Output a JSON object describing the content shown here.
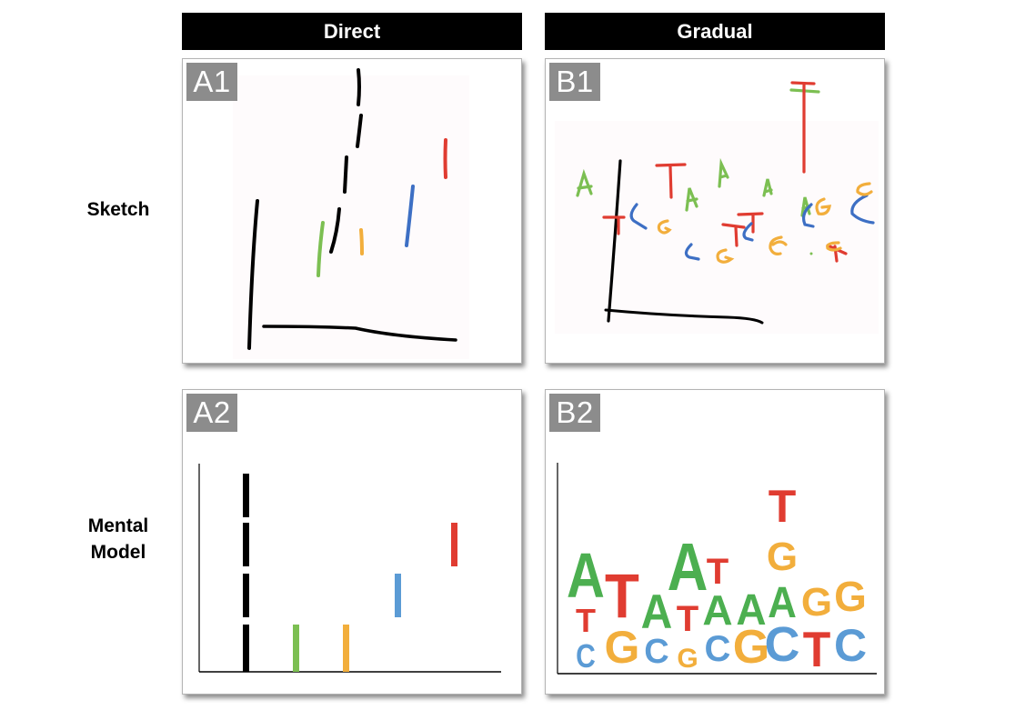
{
  "columns": [
    {
      "id": "A",
      "label": "Direct"
    },
    {
      "id": "B",
      "label": "Gradual"
    }
  ],
  "rows": [
    {
      "id": "1",
      "label": "Sketch"
    },
    {
      "id": "2",
      "label_lines": [
        "Mental",
        "Model"
      ]
    }
  ],
  "panels": {
    "A1": {
      "tag": "A1",
      "type": "hand-drawn sketch of bar chart"
    },
    "B1": {
      "tag": "B1",
      "type": "hand-drawn sketch of sequence logo"
    },
    "A2": {
      "tag": "A2",
      "type": "bar segments chart"
    },
    "B2": {
      "tag": "B2",
      "type": "sequence logo"
    }
  },
  "colors": {
    "A": "#4caf50",
    "C": "#5b9bd5",
    "G": "#f2ae3c",
    "T": "#e03c31",
    "black": "#000000",
    "header_bg": "#000000",
    "tag_bg": "#8c8c8c"
  },
  "chart_data": [
    {
      "panel": "A2",
      "type": "bar",
      "title": "",
      "xlabel": "",
      "ylabel": "",
      "note": "Stacked segment bars, each segment = 1 unit; y range 0-4.4",
      "series": [
        {
          "name": "black",
          "color": "#000000",
          "x": 1,
          "segments": [
            [
              0,
              1
            ],
            [
              1,
              2
            ],
            [
              2,
              3
            ],
            [
              3,
              4
            ]
          ]
        },
        {
          "name": "green",
          "color": "#7cbf52",
          "x": 2,
          "segments": [
            [
              0,
              1
            ]
          ]
        },
        {
          "name": "orange",
          "color": "#f2ae3c",
          "x": 3,
          "segments": [
            [
              0,
              1
            ]
          ]
        },
        {
          "name": "blue",
          "color": "#5b9bd5",
          "x": 4,
          "segments": [
            [
              1,
              2
            ]
          ]
        },
        {
          "name": "red",
          "color": "#e03c31",
          "x": 5,
          "segments": [
            [
              2,
              3
            ]
          ]
        }
      ],
      "ylim": [
        0,
        4.4
      ]
    },
    {
      "panel": "B2",
      "type": "sequence-logo",
      "positions": [
        {
          "pos": 1,
          "stack_bottom_to_top": [
            "C",
            "T",
            "A"
          ]
        },
        {
          "pos": 2,
          "stack_bottom_to_top": [
            "G",
            "T"
          ]
        },
        {
          "pos": 3,
          "stack_bottom_to_top": [
            "C",
            "A"
          ]
        },
        {
          "pos": 4,
          "stack_bottom_to_top": [
            "G",
            "T",
            "A"
          ]
        },
        {
          "pos": 5,
          "stack_bottom_to_top": [
            "C",
            "A",
            "T"
          ]
        },
        {
          "pos": 6,
          "stack_bottom_to_top": [
            "G",
            "A"
          ]
        },
        {
          "pos": 7,
          "stack_bottom_to_top": [
            "C",
            "A",
            "G",
            "T"
          ]
        },
        {
          "pos": 8,
          "stack_bottom_to_top": [
            "T",
            "G"
          ]
        },
        {
          "pos": 9,
          "stack_bottom_to_top": [
            "C",
            "G"
          ]
        }
      ]
    }
  ]
}
